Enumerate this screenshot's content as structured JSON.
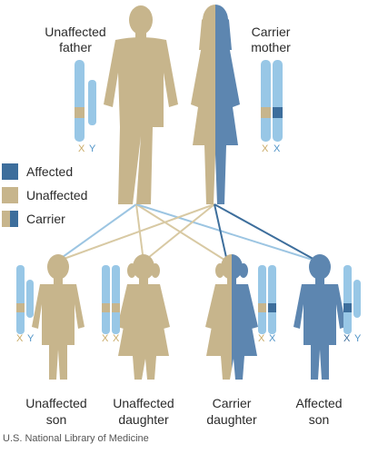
{
  "colors": {
    "affected": "#3d6e9c",
    "unaffected": "#c7b58c",
    "chromosome_light": "#98c7e6",
    "x_label_tan": "#c9aa66",
    "y_label_blue": "#4f93c7"
  },
  "parents": {
    "father": {
      "label_line1": "Unaffected",
      "label_line2": "father",
      "x_chrom": "X",
      "y_chrom": "Y"
    },
    "mother": {
      "label_line1": "Carrier",
      "label_line2": "mother",
      "x1_chrom": "X",
      "x2_chrom": "X"
    }
  },
  "legend": {
    "affected": "Affected",
    "unaffected": "Unaffected",
    "carrier": "Carrier"
  },
  "children": [
    {
      "label_line1": "Unaffected",
      "label_line2": "son",
      "chrom_a": "X",
      "chrom_b": "Y"
    },
    {
      "label_line1": "Unaffected",
      "label_line2": "daughter",
      "chrom_a": "X",
      "chrom_b": "X"
    },
    {
      "label_line1": "Carrier",
      "label_line2": "daughter",
      "chrom_a": "X",
      "chrom_b": "X"
    },
    {
      "label_line1": "Affected",
      "label_line2": "son",
      "chrom_a": "X",
      "chrom_b": "Y"
    }
  ],
  "credit": "U.S. National Library of Medicine"
}
